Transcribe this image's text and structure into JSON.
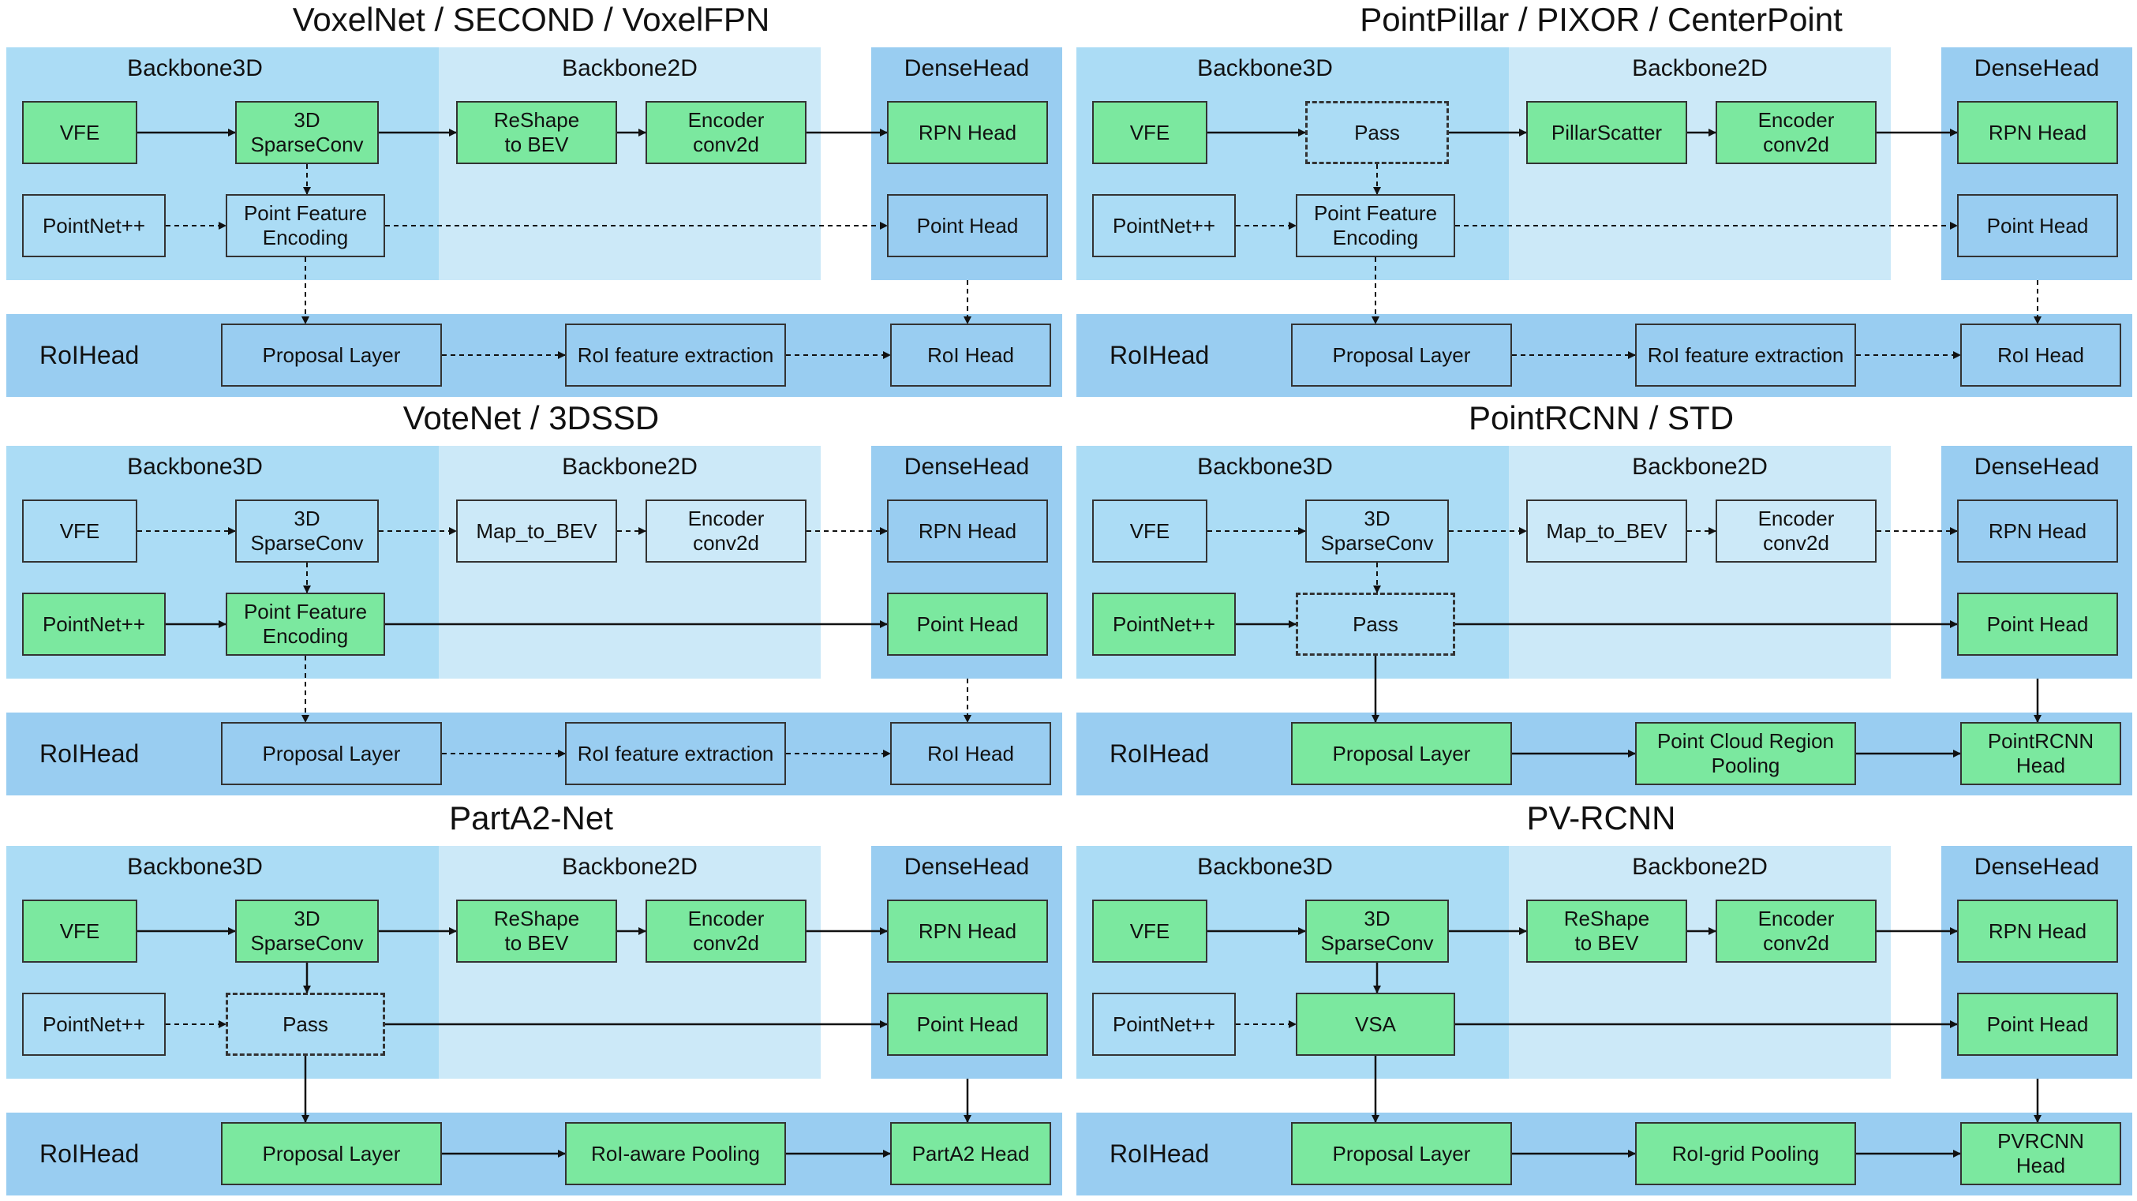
{
  "panels": [
    {
      "title": "VoxelNet / SECOND / VoxelFPN",
      "sections": {
        "backbone3d": "Backbone3D",
        "backbone2d": "Backbone2D",
        "densehead": "DenseHead",
        "roihead": "RoIHead"
      },
      "boxes": [
        {
          "id": "vfe",
          "label": "VFE",
          "style": "green"
        },
        {
          "id": "b3",
          "label": "3D\nSparseConv",
          "style": "green"
        },
        {
          "id": "map",
          "label": "ReShape\nto BEV",
          "style": "green"
        },
        {
          "id": "enc",
          "label": "Encoder\nconv2d",
          "style": "green"
        },
        {
          "id": "rpn",
          "label": "RPN Head",
          "style": "green"
        },
        {
          "id": "pn",
          "label": "PointNet++",
          "style": "blue"
        },
        {
          "id": "pfe",
          "label": "Point Feature\nEncoding",
          "style": "blue"
        },
        {
          "id": "ph",
          "label": "Point Head",
          "style": "blue"
        },
        {
          "id": "prop",
          "label": "Proposal Layer",
          "style": "blue"
        },
        {
          "id": "roi",
          "label": "RoI feature extraction",
          "style": "blue"
        },
        {
          "id": "head",
          "label": "RoI Head",
          "style": "blue"
        }
      ],
      "edges": [
        {
          "from": "vfe",
          "to": "b3",
          "dashed": false
        },
        {
          "from": "b3",
          "to": "map",
          "dashed": false
        },
        {
          "from": "map",
          "to": "enc",
          "dashed": false
        },
        {
          "from": "enc",
          "to": "rpn",
          "dashed": false
        },
        {
          "from": "b3",
          "to": "pfe",
          "dashed": true
        },
        {
          "from": "pn",
          "to": "pfe",
          "dashed": true
        },
        {
          "from": "pfe",
          "to": "ph",
          "dashed": true
        },
        {
          "from": "pfe",
          "to": "prop",
          "dashed": true
        },
        {
          "from": "ph",
          "to": "head",
          "dashed": true
        },
        {
          "from": "prop",
          "to": "roi",
          "dashed": true
        },
        {
          "from": "roi",
          "to": "head",
          "dashed": true
        }
      ]
    },
    {
      "title": "PointPillar / PIXOR / CenterPoint",
      "sections": {
        "backbone3d": "Backbone3D",
        "backbone2d": "Backbone2D",
        "densehead": "DenseHead",
        "roihead": "RoIHead"
      },
      "boxes": [
        {
          "id": "vfe",
          "label": "VFE",
          "style": "green"
        },
        {
          "id": "b3",
          "label": "Pass",
          "style": "dash"
        },
        {
          "id": "map",
          "label": "PillarScatter",
          "style": "green"
        },
        {
          "id": "enc",
          "label": "Encoder\nconv2d",
          "style": "green"
        },
        {
          "id": "rpn",
          "label": "RPN Head",
          "style": "green"
        },
        {
          "id": "pn",
          "label": "PointNet++",
          "style": "blue"
        },
        {
          "id": "pfe",
          "label": "Point Feature\nEncoding",
          "style": "blue"
        },
        {
          "id": "ph",
          "label": "Point Head",
          "style": "blue"
        },
        {
          "id": "prop",
          "label": "Proposal Layer",
          "style": "blue"
        },
        {
          "id": "roi",
          "label": "RoI feature extraction",
          "style": "blue"
        },
        {
          "id": "head",
          "label": "RoI Head",
          "style": "blue"
        }
      ],
      "edges": [
        {
          "from": "vfe",
          "to": "b3",
          "dashed": false
        },
        {
          "from": "b3",
          "to": "map",
          "dashed": false
        },
        {
          "from": "map",
          "to": "enc",
          "dashed": false
        },
        {
          "from": "enc",
          "to": "rpn",
          "dashed": false
        },
        {
          "from": "b3",
          "to": "pfe",
          "dashed": true
        },
        {
          "from": "pn",
          "to": "pfe",
          "dashed": true
        },
        {
          "from": "pfe",
          "to": "ph",
          "dashed": true
        },
        {
          "from": "pfe",
          "to": "prop",
          "dashed": true
        },
        {
          "from": "ph",
          "to": "head",
          "dashed": true
        },
        {
          "from": "prop",
          "to": "roi",
          "dashed": true
        },
        {
          "from": "roi",
          "to": "head",
          "dashed": true
        }
      ]
    },
    {
      "title": "VoteNet / 3DSSD",
      "sections": {
        "backbone3d": "Backbone3D",
        "backbone2d": "Backbone2D",
        "densehead": "DenseHead",
        "roihead": "RoIHead"
      },
      "boxes": [
        {
          "id": "vfe",
          "label": "VFE",
          "style": "blue"
        },
        {
          "id": "b3",
          "label": "3D\nSparseConv",
          "style": "blue"
        },
        {
          "id": "map",
          "label": "Map_to_BEV",
          "style": "blue"
        },
        {
          "id": "enc",
          "label": "Encoder\nconv2d",
          "style": "blue"
        },
        {
          "id": "rpn",
          "label": "RPN Head",
          "style": "blue"
        },
        {
          "id": "pn",
          "label": "PointNet++",
          "style": "green"
        },
        {
          "id": "pfe",
          "label": "Point Feature\nEncoding",
          "style": "green"
        },
        {
          "id": "ph",
          "label": "Point Head",
          "style": "green"
        },
        {
          "id": "prop",
          "label": "Proposal Layer",
          "style": "blue"
        },
        {
          "id": "roi",
          "label": "RoI feature extraction",
          "style": "blue"
        },
        {
          "id": "head",
          "label": "RoI Head",
          "style": "blue"
        }
      ],
      "edges": [
        {
          "from": "vfe",
          "to": "b3",
          "dashed": true
        },
        {
          "from": "b3",
          "to": "map",
          "dashed": true
        },
        {
          "from": "map",
          "to": "enc",
          "dashed": true
        },
        {
          "from": "enc",
          "to": "rpn",
          "dashed": true
        },
        {
          "from": "b3",
          "to": "pfe",
          "dashed": true
        },
        {
          "from": "pn",
          "to": "pfe",
          "dashed": false
        },
        {
          "from": "pfe",
          "to": "ph",
          "dashed": false
        },
        {
          "from": "pfe",
          "to": "prop",
          "dashed": true
        },
        {
          "from": "ph",
          "to": "head",
          "dashed": true
        },
        {
          "from": "prop",
          "to": "roi",
          "dashed": true
        },
        {
          "from": "roi",
          "to": "head",
          "dashed": true
        }
      ]
    },
    {
      "title": "PointRCNN / STD",
      "sections": {
        "backbone3d": "Backbone3D",
        "backbone2d": "Backbone2D",
        "densehead": "DenseHead",
        "roihead": "RoIHead"
      },
      "boxes": [
        {
          "id": "vfe",
          "label": "VFE",
          "style": "blue"
        },
        {
          "id": "b3",
          "label": "3D\nSparseConv",
          "style": "blue"
        },
        {
          "id": "map",
          "label": "Map_to_BEV",
          "style": "blue"
        },
        {
          "id": "enc",
          "label": "Encoder\nconv2d",
          "style": "blue"
        },
        {
          "id": "rpn",
          "label": "RPN Head",
          "style": "blue"
        },
        {
          "id": "pn",
          "label": "PointNet++",
          "style": "green"
        },
        {
          "id": "pfe",
          "label": "Pass",
          "style": "dash"
        },
        {
          "id": "ph",
          "label": "Point Head",
          "style": "green"
        },
        {
          "id": "prop",
          "label": "Proposal Layer",
          "style": "green"
        },
        {
          "id": "roi",
          "label": "Point Cloud Region\nPooling",
          "style": "green"
        },
        {
          "id": "head",
          "label": "PointRCNN\nHead",
          "style": "green"
        }
      ],
      "edges": [
        {
          "from": "vfe",
          "to": "b3",
          "dashed": true
        },
        {
          "from": "b3",
          "to": "map",
          "dashed": true
        },
        {
          "from": "map",
          "to": "enc",
          "dashed": true
        },
        {
          "from": "enc",
          "to": "rpn",
          "dashed": true
        },
        {
          "from": "b3",
          "to": "pfe",
          "dashed": true
        },
        {
          "from": "pn",
          "to": "pfe",
          "dashed": false
        },
        {
          "from": "pfe",
          "to": "ph",
          "dashed": false
        },
        {
          "from": "pfe",
          "to": "prop",
          "dashed": false
        },
        {
          "from": "ph",
          "to": "head",
          "dashed": false
        },
        {
          "from": "prop",
          "to": "roi",
          "dashed": false
        },
        {
          "from": "roi",
          "to": "head",
          "dashed": false
        }
      ]
    },
    {
      "title": "PartA2-Net",
      "sections": {
        "backbone3d": "Backbone3D",
        "backbone2d": "Backbone2D",
        "densehead": "DenseHead",
        "roihead": "RoIHead"
      },
      "boxes": [
        {
          "id": "vfe",
          "label": "VFE",
          "style": "green"
        },
        {
          "id": "b3",
          "label": "3D\nSparseConv",
          "style": "green"
        },
        {
          "id": "map",
          "label": "ReShape\nto BEV",
          "style": "green"
        },
        {
          "id": "enc",
          "label": "Encoder\nconv2d",
          "style": "green"
        },
        {
          "id": "rpn",
          "label": "RPN Head",
          "style": "green"
        },
        {
          "id": "pn",
          "label": "PointNet++",
          "style": "blue"
        },
        {
          "id": "pfe",
          "label": "Pass",
          "style": "dash"
        },
        {
          "id": "ph",
          "label": "Point Head",
          "style": "green"
        },
        {
          "id": "prop",
          "label": "Proposal Layer",
          "style": "green"
        },
        {
          "id": "roi",
          "label": "RoI-aware Pooling",
          "style": "green"
        },
        {
          "id": "head",
          "label": "PartA2 Head",
          "style": "green"
        }
      ],
      "edges": [
        {
          "from": "vfe",
          "to": "b3",
          "dashed": false
        },
        {
          "from": "b3",
          "to": "map",
          "dashed": false
        },
        {
          "from": "map",
          "to": "enc",
          "dashed": false
        },
        {
          "from": "enc",
          "to": "rpn",
          "dashed": false
        },
        {
          "from": "b3",
          "to": "pfe",
          "dashed": false
        },
        {
          "from": "pn",
          "to": "pfe",
          "dashed": true
        },
        {
          "from": "pfe",
          "to": "ph",
          "dashed": false
        },
        {
          "from": "pfe",
          "to": "prop",
          "dashed": false
        },
        {
          "from": "ph",
          "to": "head",
          "dashed": false
        },
        {
          "from": "prop",
          "to": "roi",
          "dashed": false
        },
        {
          "from": "roi",
          "to": "head",
          "dashed": false
        }
      ]
    },
    {
      "title": "PV-RCNN",
      "sections": {
        "backbone3d": "Backbone3D",
        "backbone2d": "Backbone2D",
        "densehead": "DenseHead",
        "roihead": "RoIHead"
      },
      "boxes": [
        {
          "id": "vfe",
          "label": "VFE",
          "style": "green"
        },
        {
          "id": "b3",
          "label": "3D\nSparseConv",
          "style": "green"
        },
        {
          "id": "map",
          "label": "ReShape\nto BEV",
          "style": "green"
        },
        {
          "id": "enc",
          "label": "Encoder\nconv2d",
          "style": "green"
        },
        {
          "id": "rpn",
          "label": "RPN Head",
          "style": "green"
        },
        {
          "id": "pn",
          "label": "PointNet++",
          "style": "blue"
        },
        {
          "id": "pfe",
          "label": "VSA",
          "style": "green"
        },
        {
          "id": "ph",
          "label": "Point Head",
          "style": "green"
        },
        {
          "id": "prop",
          "label": "Proposal Layer",
          "style": "green"
        },
        {
          "id": "roi",
          "label": "RoI-grid Pooling",
          "style": "green"
        },
        {
          "id": "head",
          "label": "PVRCNN\nHead",
          "style": "green"
        }
      ],
      "edges": [
        {
          "from": "vfe",
          "to": "b3",
          "dashed": false
        },
        {
          "from": "b3",
          "to": "map",
          "dashed": false
        },
        {
          "from": "map",
          "to": "enc",
          "dashed": false
        },
        {
          "from": "enc",
          "to": "rpn",
          "dashed": false
        },
        {
          "from": "b3",
          "to": "pfe",
          "dashed": false
        },
        {
          "from": "pn",
          "to": "pfe",
          "dashed": true
        },
        {
          "from": "pfe",
          "to": "ph",
          "dashed": false
        },
        {
          "from": "pfe",
          "to": "prop",
          "dashed": false
        },
        {
          "from": "ph",
          "to": "head",
          "dashed": false
        },
        {
          "from": "prop",
          "to": "roi",
          "dashed": false
        },
        {
          "from": "roi",
          "to": "head",
          "dashed": false
        }
      ]
    }
  ]
}
